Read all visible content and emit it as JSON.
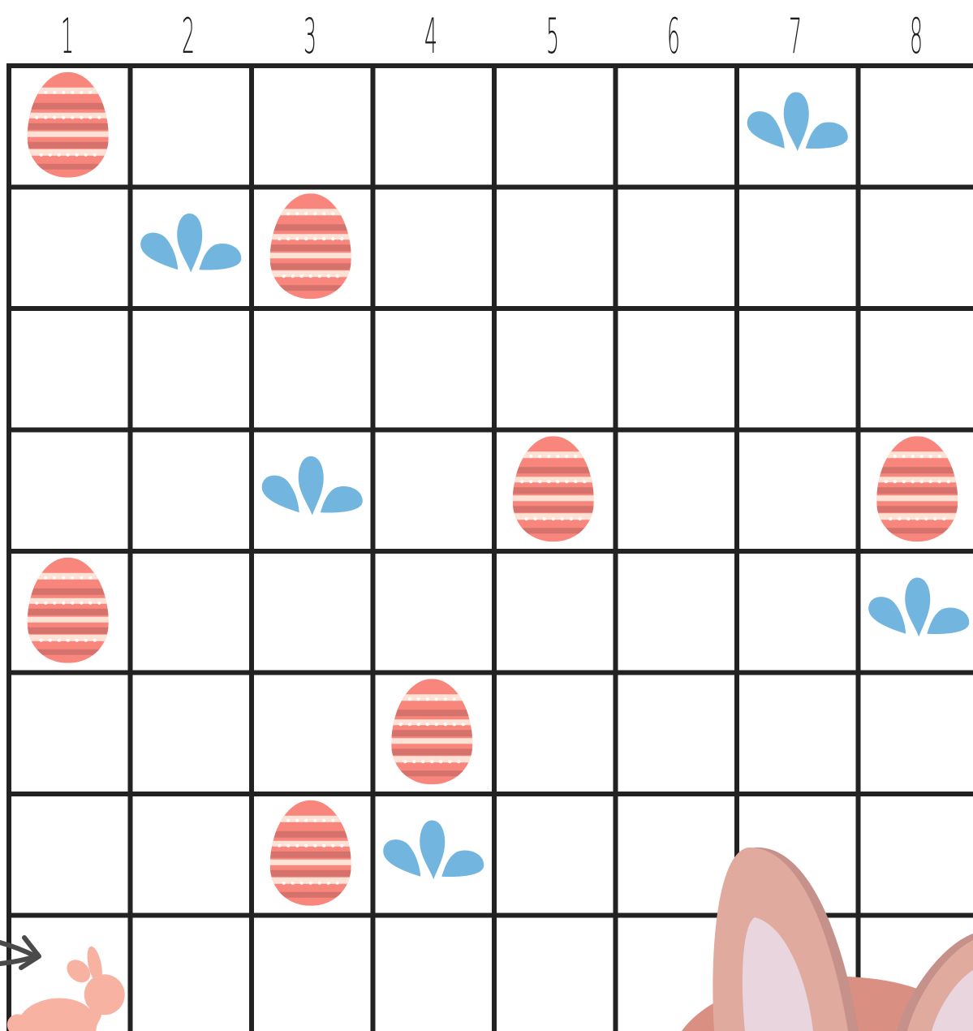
{
  "board": {
    "columns": 8,
    "rows": 8,
    "column_labels": [
      "1",
      "2",
      "3",
      "4",
      "5",
      "6",
      "7",
      "8"
    ],
    "grid_line_color": "#222222",
    "cell_background": "#ffffff"
  },
  "pieces": {
    "eggs": [
      {
        "row": 1,
        "col": 1
      },
      {
        "row": 2,
        "col": 3
      },
      {
        "row": 4,
        "col": 5
      },
      {
        "row": 4,
        "col": 8
      },
      {
        "row": 5,
        "col": 1
      },
      {
        "row": 6,
        "col": 4
      },
      {
        "row": 7,
        "col": 3
      }
    ],
    "puddles": [
      {
        "row": 1,
        "col": 7
      },
      {
        "row": 2,
        "col": 2
      },
      {
        "row": 4,
        "col": 3
      },
      {
        "row": 5,
        "col": 8
      },
      {
        "row": 7,
        "col": 4
      }
    ],
    "bunny": {
      "row": 8,
      "col": 1,
      "facing": "right"
    }
  },
  "icons": {
    "egg": "striped-easter-egg-icon",
    "puddle": "water-splash-icon",
    "bunny": "bunny-silhouette-icon",
    "arrow": "start-arrow-icon",
    "decoration": "peeking-bunny-ears"
  },
  "colors": {
    "egg_light": "#f9867c",
    "egg_dark": "#d6726c",
    "egg_cream": "#fde2d5",
    "egg_dots": "#ffffff",
    "puddle": "#72b6e0",
    "bunny": "#f7b2a2",
    "arrow": "#4a4a4a",
    "ear_outer": "#e0aa9e",
    "ear_shadow": "#c5918a",
    "ear_inner": "#e8d5dd",
    "head": "#d99082"
  }
}
